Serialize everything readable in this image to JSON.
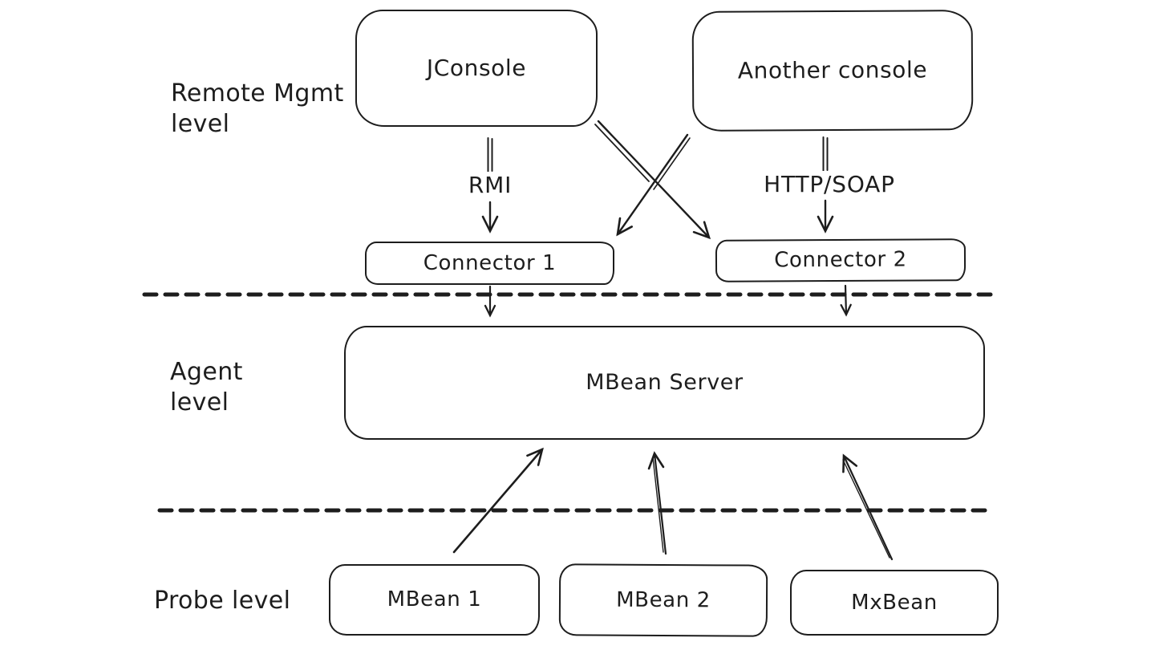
{
  "diagram": {
    "background_color": "#ffffff",
    "stroke_color": "#1d1d1d",
    "levels": {
      "remote_mgmt": {
        "line1": "Remote Mgmt",
        "line2": "level"
      },
      "agent": {
        "line1": "Agent",
        "line2": "level"
      },
      "probe": {
        "label": "Probe level"
      }
    },
    "nodes": {
      "jconsole": {
        "label": "JConsole"
      },
      "another_console": {
        "label": "Another console"
      },
      "connector_1": {
        "label": "Connector 1"
      },
      "connector_2": {
        "label": "Connector 2"
      },
      "mbean_server": {
        "label": "MBean Server"
      },
      "mbean_1": {
        "label": "MBean 1"
      },
      "mbean_2": {
        "label": "MBean 2"
      },
      "mxbean": {
        "label": "MxBean"
      }
    },
    "edges": {
      "rmi": {
        "label": "RMI"
      },
      "http_soap": {
        "label": "HTTP/SOAP"
      }
    }
  }
}
